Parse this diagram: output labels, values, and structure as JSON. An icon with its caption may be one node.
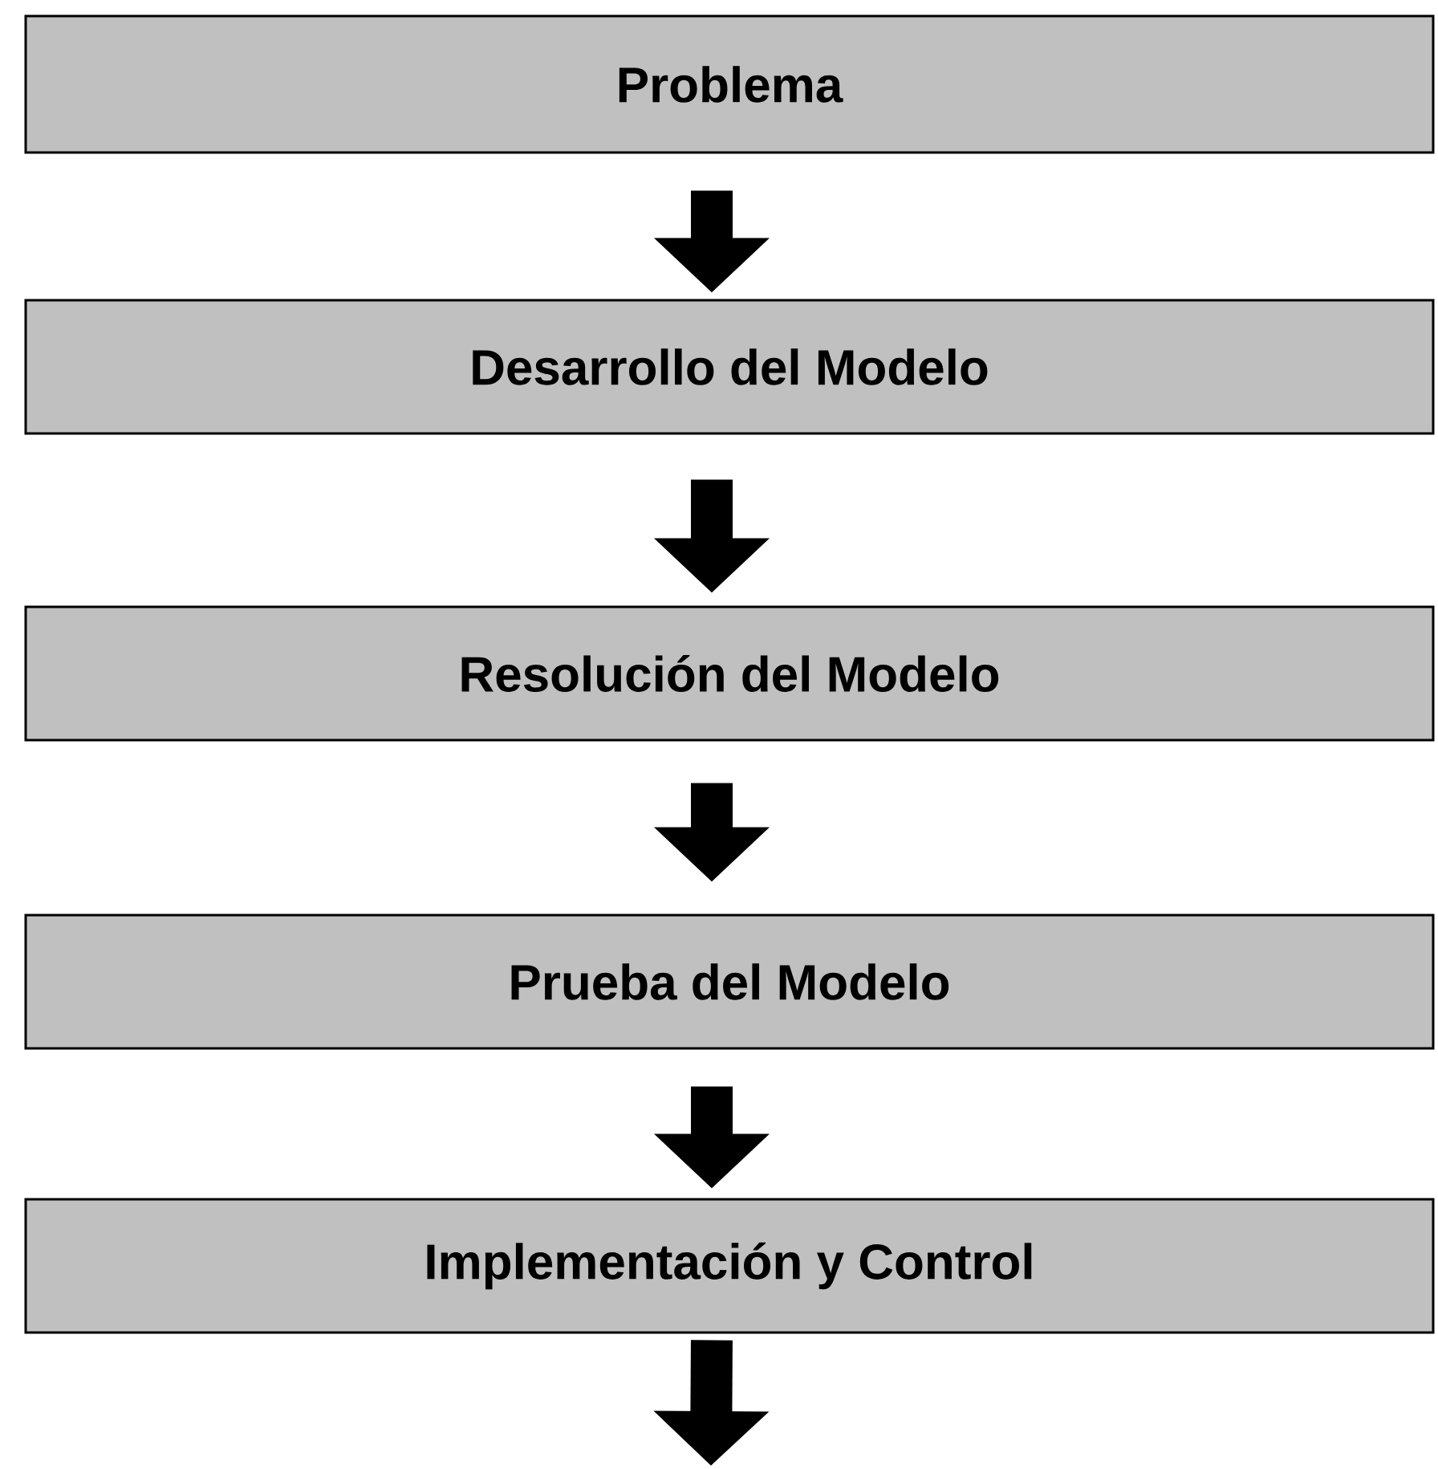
{
  "diagram": {
    "nodes": [
      {
        "text": [
          "Problema"
        ]
      },
      {
        "text": [
          "Desarrollo del Modelo"
        ]
      },
      {
        "text": [
          "Resolución del Modelo"
        ]
      },
      {
        "text": [
          "Prueba del Modelo"
        ]
      },
      {
        "text": [
          "Implementación y Control"
        ]
      }
    ],
    "edges": [
      {
        "from": 0,
        "to": 1,
        "arrow": "to"
      },
      {
        "from": 1,
        "to": 2,
        "arrow": "to"
      },
      {
        "from": 2,
        "to": 3,
        "arrow": "to"
      },
      {
        "from": 3,
        "to": 4,
        "arrow": "to"
      },
      {
        "from": 4,
        "to": null,
        "arrow": "to"
      }
    ]
  }
}
